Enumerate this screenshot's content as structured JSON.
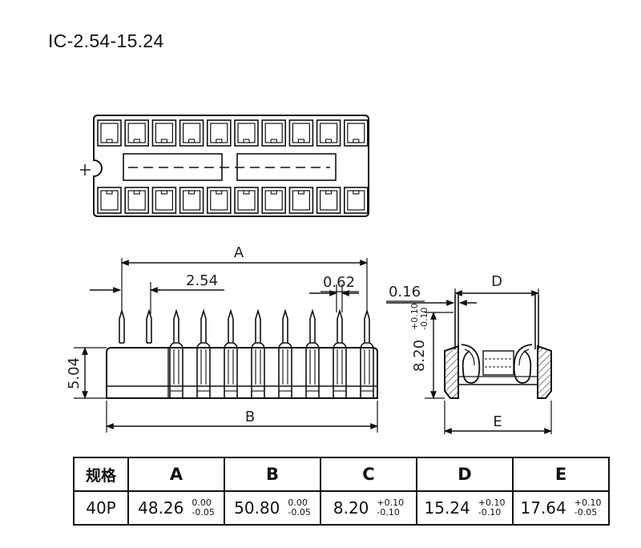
{
  "title": "IC-2.54-15.24",
  "dimensions": {
    "a": "A",
    "b": "B",
    "pitch": "2.54",
    "pin_width": "0.62",
    "thickness": "0.16",
    "d": "D",
    "e": "E",
    "height": "5.04",
    "c_value": "8.20",
    "c_tol_plus": "+0.10",
    "c_tol_minus": "-0.10"
  },
  "table": {
    "headers": [
      "规格",
      "A",
      "B",
      "C",
      "D",
      "E"
    ],
    "row": {
      "spec": "40P",
      "a": {
        "value": "48.26",
        "tol_plus": "0.00",
        "tol_minus": "-0.05"
      },
      "b": {
        "value": "50.80",
        "tol_plus": "0.00",
        "tol_minus": "-0.05"
      },
      "c": {
        "value": "8.20",
        "tol_plus": "+0.10",
        "tol_minus": "-0.10"
      },
      "d": {
        "value": "15.24",
        "tol_plus": "+0.10",
        "tol_minus": "-0.10"
      },
      "e": {
        "value": "17.64",
        "tol_plus": "+0.10",
        "tol_minus": "-0.05"
      }
    }
  }
}
